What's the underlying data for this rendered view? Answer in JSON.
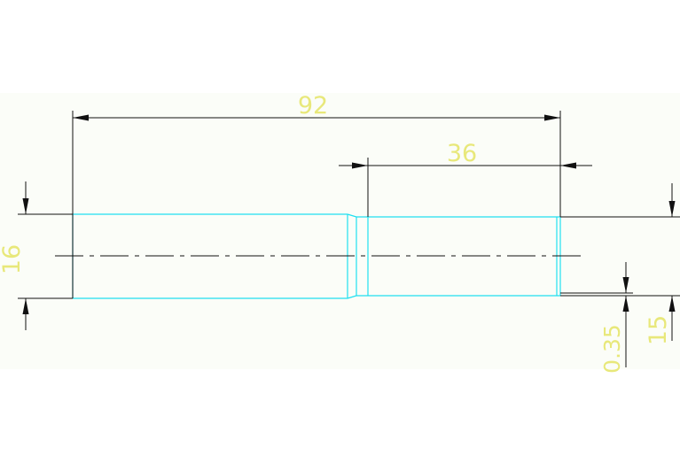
{
  "colors": {
    "background": "#ffffff",
    "drawing_background": "#fbfdf8",
    "part_outline": "#20e0f0",
    "dimension_lines": "#111111",
    "dimension_text": "#e8e87a"
  },
  "dimensions": {
    "overall_length": "92",
    "thread_length": "36",
    "major_diameter": "16",
    "minor_diameter": "15",
    "undercut": "0.35"
  }
}
